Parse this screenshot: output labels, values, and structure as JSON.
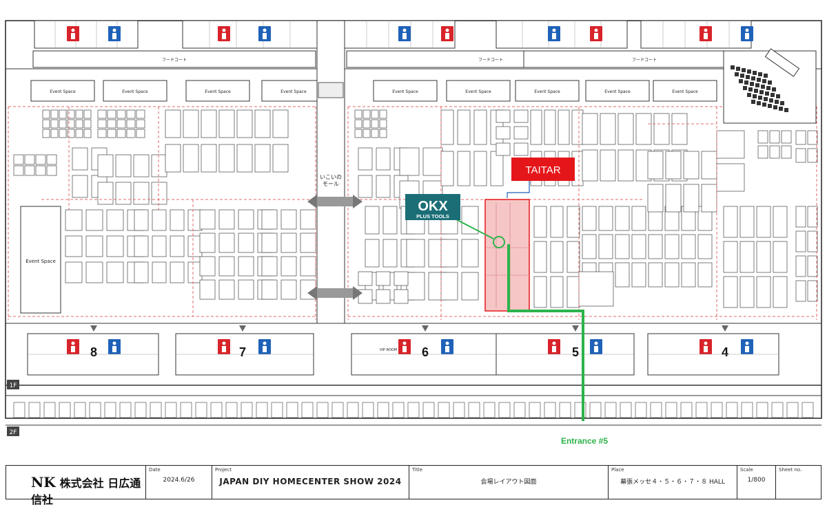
{
  "venue": {
    "food_court_label": "フードコート",
    "event_space_label": "Event Space",
    "iko_mall_label": "いこいの\nモール",
    "hall_numbers": [
      "8",
      "7",
      "6",
      "5",
      "4"
    ],
    "floor_1": "1F",
    "floor_2": "2F",
    "vip_room": "VIP ROOM"
  },
  "markers": {
    "taitar": "TAITAR",
    "okx_brand": "OKX",
    "okx_sub": "PLUS TOOLS",
    "entrance": "Entrance #5"
  },
  "colors": {
    "accent_green": "#2db34a",
    "taitar_red": "#e5161a",
    "okx_teal": "#1b6e76",
    "booth_highlight": "#f6c6c6",
    "zone_dash": "#e36a6a",
    "restroom_male": "#1f62b8",
    "restroom_female": "#d8232a"
  },
  "titleblock": {
    "company": "株式会社 日広通信社",
    "company_mark": "NK",
    "date_caption": "Date",
    "date": "2024.6/26",
    "project_caption": "Project",
    "project": "JAPAN DIY HOMECENTER SHOW 2024",
    "title_caption": "Title",
    "title": "会場レイアウト図面",
    "place_caption": "Place",
    "place": "幕張メッセ４・５・６・７・８ HALL",
    "scale_caption": "Scale",
    "scale": "1/800",
    "sheet_caption": "Sheet no."
  }
}
